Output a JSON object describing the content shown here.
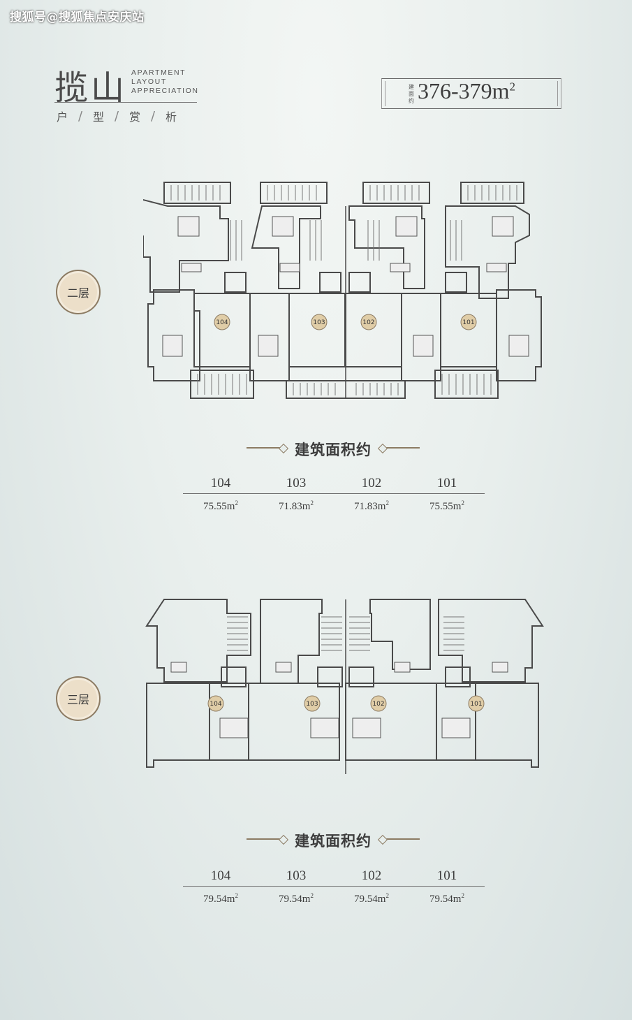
{
  "watermark": "搜狐号@搜狐焦点安庆站",
  "header": {
    "title_zh": "揽山",
    "title_en": [
      "APARTMENT",
      "LAYOUT",
      "APPRECIATION"
    ],
    "subtitle": [
      "户",
      "型",
      "赏",
      "析"
    ],
    "area_tag": "建面约",
    "area_range": "376-379m",
    "area_sup": "2"
  },
  "floors": [
    {
      "badge": "二层",
      "units": [
        "104",
        "103",
        "102",
        "101"
      ],
      "heading": "建筑面积约",
      "areas": [
        {
          "unit": "104",
          "value": "75.55m",
          "sup": "2"
        },
        {
          "unit": "103",
          "value": "71.83m",
          "sup": "2"
        },
        {
          "unit": "102",
          "value": "71.83m",
          "sup": "2"
        },
        {
          "unit": "101",
          "value": "75.55m",
          "sup": "2"
        }
      ]
    },
    {
      "badge": "三层",
      "units": [
        "104",
        "103",
        "102",
        "101"
      ],
      "heading": "建筑面积约",
      "areas": [
        {
          "unit": "104",
          "value": "79.54m",
          "sup": "2"
        },
        {
          "unit": "103",
          "value": "79.54m",
          "sup": "2"
        },
        {
          "unit": "102",
          "value": "79.54m",
          "sup": "2"
        },
        {
          "unit": "101",
          "value": "79.54m",
          "sup": "2"
        }
      ]
    }
  ],
  "colors": {
    "accent": "#8c7b63",
    "badge_fill": "#ecdfc9",
    "unit_marker": "#e0cda7",
    "wall": "#4a4a4a"
  }
}
